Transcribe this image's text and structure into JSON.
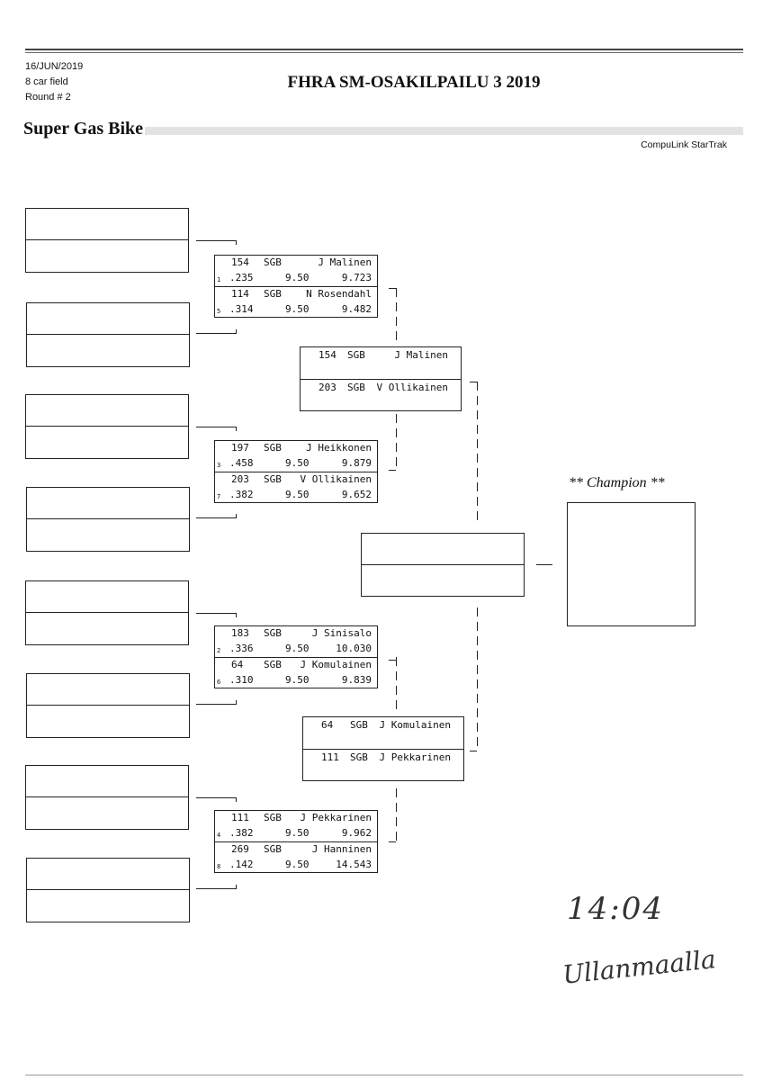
{
  "header": {
    "date": "16/JUN/2019",
    "field": "8 car field",
    "round": "Round # 2",
    "title": "FHRA SM-OSAKILPAILU 3 2019",
    "class_name": "Super Gas Bike",
    "software": "CompuLink StarTrak"
  },
  "round1": [
    {
      "entries": [
        {
          "seed": "1",
          "car": "154",
          "cls": "SGB",
          "name": "J Malinen",
          "rt": ".235",
          "dial": "9.50",
          "et": "9.723"
        },
        {
          "seed": "5",
          "car": "114",
          "cls": "SGB",
          "name": "N Rosendahl",
          "rt": ".314",
          "dial": "9.50",
          "et": "9.482"
        }
      ]
    },
    {
      "entries": [
        {
          "seed": "3",
          "car": "197",
          "cls": "SGB",
          "name": "J Heikkonen",
          "rt": ".458",
          "dial": "9.50",
          "et": "9.879"
        },
        {
          "seed": "7",
          "car": "203",
          "cls": "SGB",
          "name": "V Ollikainen",
          "rt": ".382",
          "dial": "9.50",
          "et": "9.652"
        }
      ]
    },
    {
      "entries": [
        {
          "seed": "2",
          "car": "183",
          "cls": "SGB",
          "name": "J Sinisalo",
          "rt": ".336",
          "dial": "9.50",
          "et": "10.030"
        },
        {
          "seed": "6",
          "car": "64",
          "cls": "SGB",
          "name": "J Komulainen",
          "rt": ".310",
          "dial": "9.50",
          "et": "9.839"
        }
      ]
    },
    {
      "entries": [
        {
          "seed": "4",
          "car": "111",
          "cls": "SGB",
          "name": "J Pekkarinen",
          "rt": ".382",
          "dial": "9.50",
          "et": "9.962"
        },
        {
          "seed": "8",
          "car": "269",
          "cls": "SGB",
          "name": "J Hanninen",
          "rt": ".142",
          "dial": "9.50",
          "et": "14.543"
        }
      ]
    }
  ],
  "round2": [
    {
      "entries": [
        {
          "car": "154",
          "cls": "SGB",
          "name": "J Malinen"
        },
        {
          "car": "203",
          "cls": "SGB",
          "name": "V Ollikainen"
        }
      ]
    },
    {
      "entries": [
        {
          "car": "64",
          "cls": "SGB",
          "name": "J Komulainen"
        },
        {
          "car": "111",
          "cls": "SGB",
          "name": "J Pekkarinen"
        }
      ]
    }
  ],
  "champion_label": "** Champion **",
  "handwritten": {
    "time": "14:04",
    "signature": "Ullanmaalla"
  }
}
